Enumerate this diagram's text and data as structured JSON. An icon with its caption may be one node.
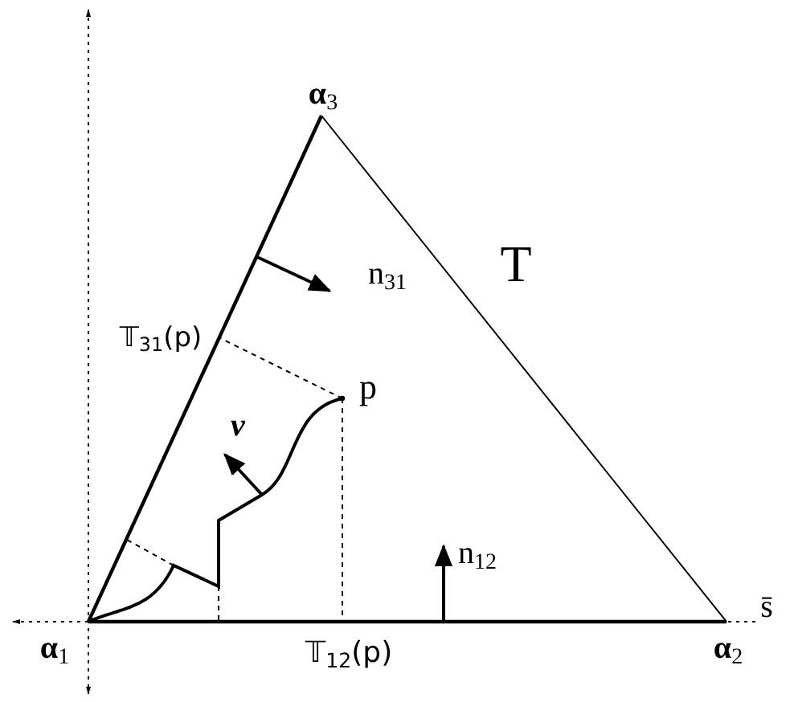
{
  "diagram": {
    "labels": [
      "**α**$_{3}$",
      "n$_{31}$",
      "T",
      "𝕋$_{31}$(p)",
      "p",
      "ν",
      "n$_{12}$",
      "s̄",
      "**α**$_{1}$",
      "𝕋$_{12}$(p)",
      "**α**$_{2}$"
    ]
  }
}
